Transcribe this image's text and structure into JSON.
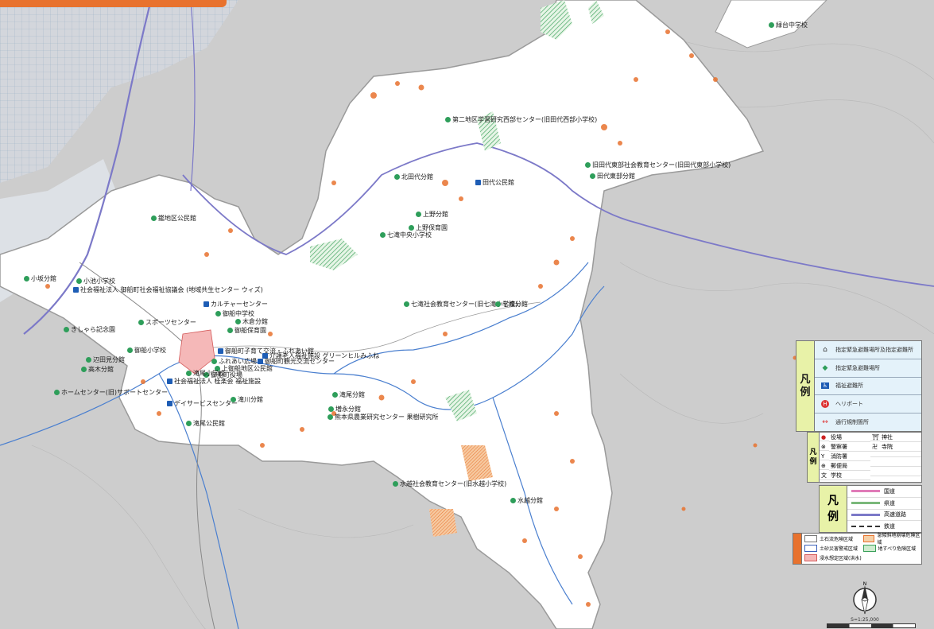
{
  "map": {
    "labels": [
      {
        "text": "第二地区学習研究西部センター(旧田代西部小学校)",
        "icon": "green"
      },
      {
        "text": "旧田代東部社会教育センター(旧田代東部小学校)",
        "icon": "green"
      },
      {
        "text": "田代東部分館",
        "icon": "green"
      },
      {
        "text": "北田代分館",
        "icon": "green"
      },
      {
        "text": "田代公民館",
        "icon": "blue"
      },
      {
        "text": "上野分館",
        "icon": "green"
      },
      {
        "text": "上野保育園",
        "icon": "green"
      },
      {
        "text": "七滝中央小学校",
        "icon": "green"
      },
      {
        "text": "七滝社会教育センター(旧七滝小学校)",
        "icon": "green"
      },
      {
        "text": "七滝分館",
        "icon": "green"
      },
      {
        "text": "緑台中学校",
        "icon": "green"
      },
      {
        "text": "小池小学校",
        "icon": "green"
      },
      {
        "text": "社会福祉法人 御船町社会福祉協議会 (地域共生センター ウィズ)",
        "icon": "blue"
      },
      {
        "text": "カルチャーセンター",
        "icon": "blue"
      },
      {
        "text": "御船中学校",
        "icon": "green"
      },
      {
        "text": "木倉分館",
        "icon": "green"
      },
      {
        "text": "御船保育園",
        "icon": "green"
      },
      {
        "text": "スポーツセンター",
        "icon": "green"
      },
      {
        "text": "小坂分館",
        "icon": "green"
      },
      {
        "text": "きしゃら記念園",
        "icon": "green"
      },
      {
        "text": "御船小学校",
        "icon": "green"
      },
      {
        "text": "御船町子育て交流・ふれあい館",
        "icon": "blue"
      },
      {
        "text": "介護老人福祉施設 グリーンヒルみふね",
        "icon": "blue"
      },
      {
        "text": "ふれあい広場",
        "icon": "green"
      },
      {
        "text": "御船町観光交流センター",
        "icon": "blue"
      },
      {
        "text": "上御船地区公民館",
        "icon": "green"
      },
      {
        "text": "御船町役場",
        "icon": "green"
      },
      {
        "text": "辺田見分館",
        "icon": "green"
      },
      {
        "text": "高木分館",
        "icon": "green"
      },
      {
        "text": "ホームセンター(旧)サポートセンター",
        "icon": "green"
      },
      {
        "text": "滝尾小学校",
        "icon": "green"
      },
      {
        "text": "社会福祉法人 桂楽会 福祉施設",
        "icon": "blue"
      },
      {
        "text": "デイサービスセンター",
        "icon": "blue"
      },
      {
        "text": "滝川分館",
        "icon": "green"
      },
      {
        "text": "滝尾分館",
        "icon": "green"
      },
      {
        "text": "増永分館",
        "icon": "green"
      },
      {
        "text": "熊本県農業研究センター 果樹研究所",
        "icon": "green"
      },
      {
        "text": "滝尾公民館",
        "icon": "green"
      },
      {
        "text": "水越社会教育センター(旧水越小学校)",
        "icon": "green"
      },
      {
        "text": "水越分館",
        "icon": "green"
      },
      {
        "text": "鑑地区公民館",
        "icon": "green"
      }
    ]
  },
  "legend_facilities": {
    "title_chars": [
      "凡",
      "例"
    ],
    "items": [
      {
        "icon": "house-icon",
        "label": "指定緊急避難場所及指定避難所"
      },
      {
        "icon": "bird-icon",
        "label": "指定緊急避難場所"
      },
      {
        "icon": "wheelchair-icon",
        "label": "福祉避難所"
      },
      {
        "icon": "heliport-icon",
        "label": "ヘリポート"
      },
      {
        "icon": "arrow-icon",
        "label": "通行規制箇所"
      }
    ]
  },
  "legend_landmarks": {
    "title_chars": [
      "凡",
      "例"
    ],
    "items": [
      {
        "sym": "●",
        "label": "役場"
      },
      {
        "sym": "⛩",
        "label": "神社"
      },
      {
        "sym": "⊗",
        "label": "警察署"
      },
      {
        "sym": "卍",
        "label": "寺院"
      },
      {
        "sym": "Y",
        "label": "消防署"
      },
      {
        "sym": "",
        "label": ""
      },
      {
        "sym": "⊕",
        "label": "郵便局"
      },
      {
        "sym": "",
        "label": ""
      },
      {
        "sym": "文",
        "label": "学校"
      },
      {
        "sym": "",
        "label": ""
      }
    ]
  },
  "legend_roads": {
    "title_chars": [
      "凡",
      "例"
    ],
    "items": [
      {
        "label": "国道",
        "color": "#e07bb8"
      },
      {
        "label": "県道",
        "color": "#7ab87a"
      },
      {
        "label": "高速道路",
        "color": "#7c79c8"
      },
      {
        "label": "鉄道",
        "color": "#333333"
      }
    ]
  },
  "legend_hazard": {
    "items": [
      {
        "label": "土石流危険区域",
        "fill": "#ffffff",
        "border": "#777777"
      },
      {
        "label": "急傾斜地崩壊危険区域",
        "fill": "#f5d0a8",
        "border": "#e8722e"
      },
      {
        "label": "土砂災害警戒区域",
        "fill": "#ffffff",
        "border": "#3a5fb8"
      },
      {
        "label": "地すべり危険区域",
        "fill": "#cfeccf",
        "border": "#3aa05a"
      },
      {
        "label": "浸水想定区域(洪水)",
        "fill": "#f5b8b8",
        "border": "#d45a5a"
      }
    ]
  },
  "compass": {
    "caption": "S=1:25,000"
  },
  "colors": {
    "background": "#cfcfcf",
    "town_area": "#ffffff",
    "hazard_orange": "#e8722e",
    "forest_green": "#3aa05a",
    "river_blue": "#4a7fcf",
    "expressway": "#7c79c8",
    "city_grid": "#9fb4c8"
  }
}
